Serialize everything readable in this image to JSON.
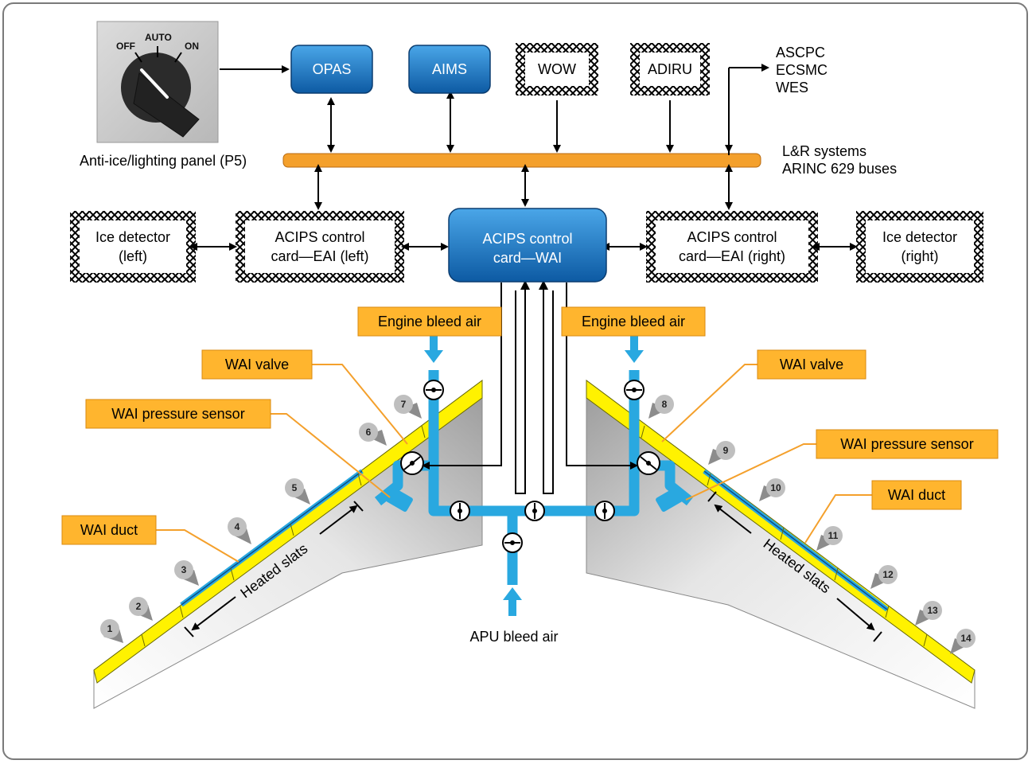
{
  "panel": {
    "title": "Anti-ice/lighting panel (P5)",
    "switch_positions": [
      "OFF",
      "AUTO",
      "ON"
    ]
  },
  "blocks": {
    "opas": "OPAS",
    "aims": "AIMS",
    "wow": "WOW",
    "adiru": "ADIRU",
    "wai_card": [
      "ACIPS control",
      "card—WAI"
    ],
    "eai_left": [
      "ACIPS control",
      "card—EAI (left)"
    ],
    "eai_right": [
      "ACIPS control",
      "card—EAI (right)"
    ],
    "ice_left": [
      "Ice detector",
      "(left)"
    ],
    "ice_right": [
      "Ice detector",
      "(right)"
    ]
  },
  "outputs": [
    "ASCPC",
    "ECSMC",
    "WES"
  ],
  "bus": [
    "L&R systems",
    "ARINC 629 buses"
  ],
  "callouts": {
    "bleed_left": "Engine bleed air",
    "bleed_right": "Engine bleed air",
    "valve_left": "WAI valve",
    "valve_right": "WAI valve",
    "sensor_left": "WAI pressure sensor",
    "sensor_right": "WAI pressure sensor",
    "duct_left": "WAI duct",
    "duct_right": "WAI duct"
  },
  "heated_slats_left": "Heated slats",
  "heated_slats_right": "Heated slats",
  "apu_bleed": "APU bleed air",
  "slat_numbers": [
    "1",
    "2",
    "3",
    "4",
    "5",
    "6",
    "7",
    "8",
    "9",
    "10",
    "11",
    "12",
    "13",
    "14"
  ],
  "colors": {
    "bus": "#f4a02c",
    "duct": "#29a8e0",
    "slat": "#fff200",
    "callout": "#ffb52e",
    "block_blue": "#1f6fb8"
  }
}
